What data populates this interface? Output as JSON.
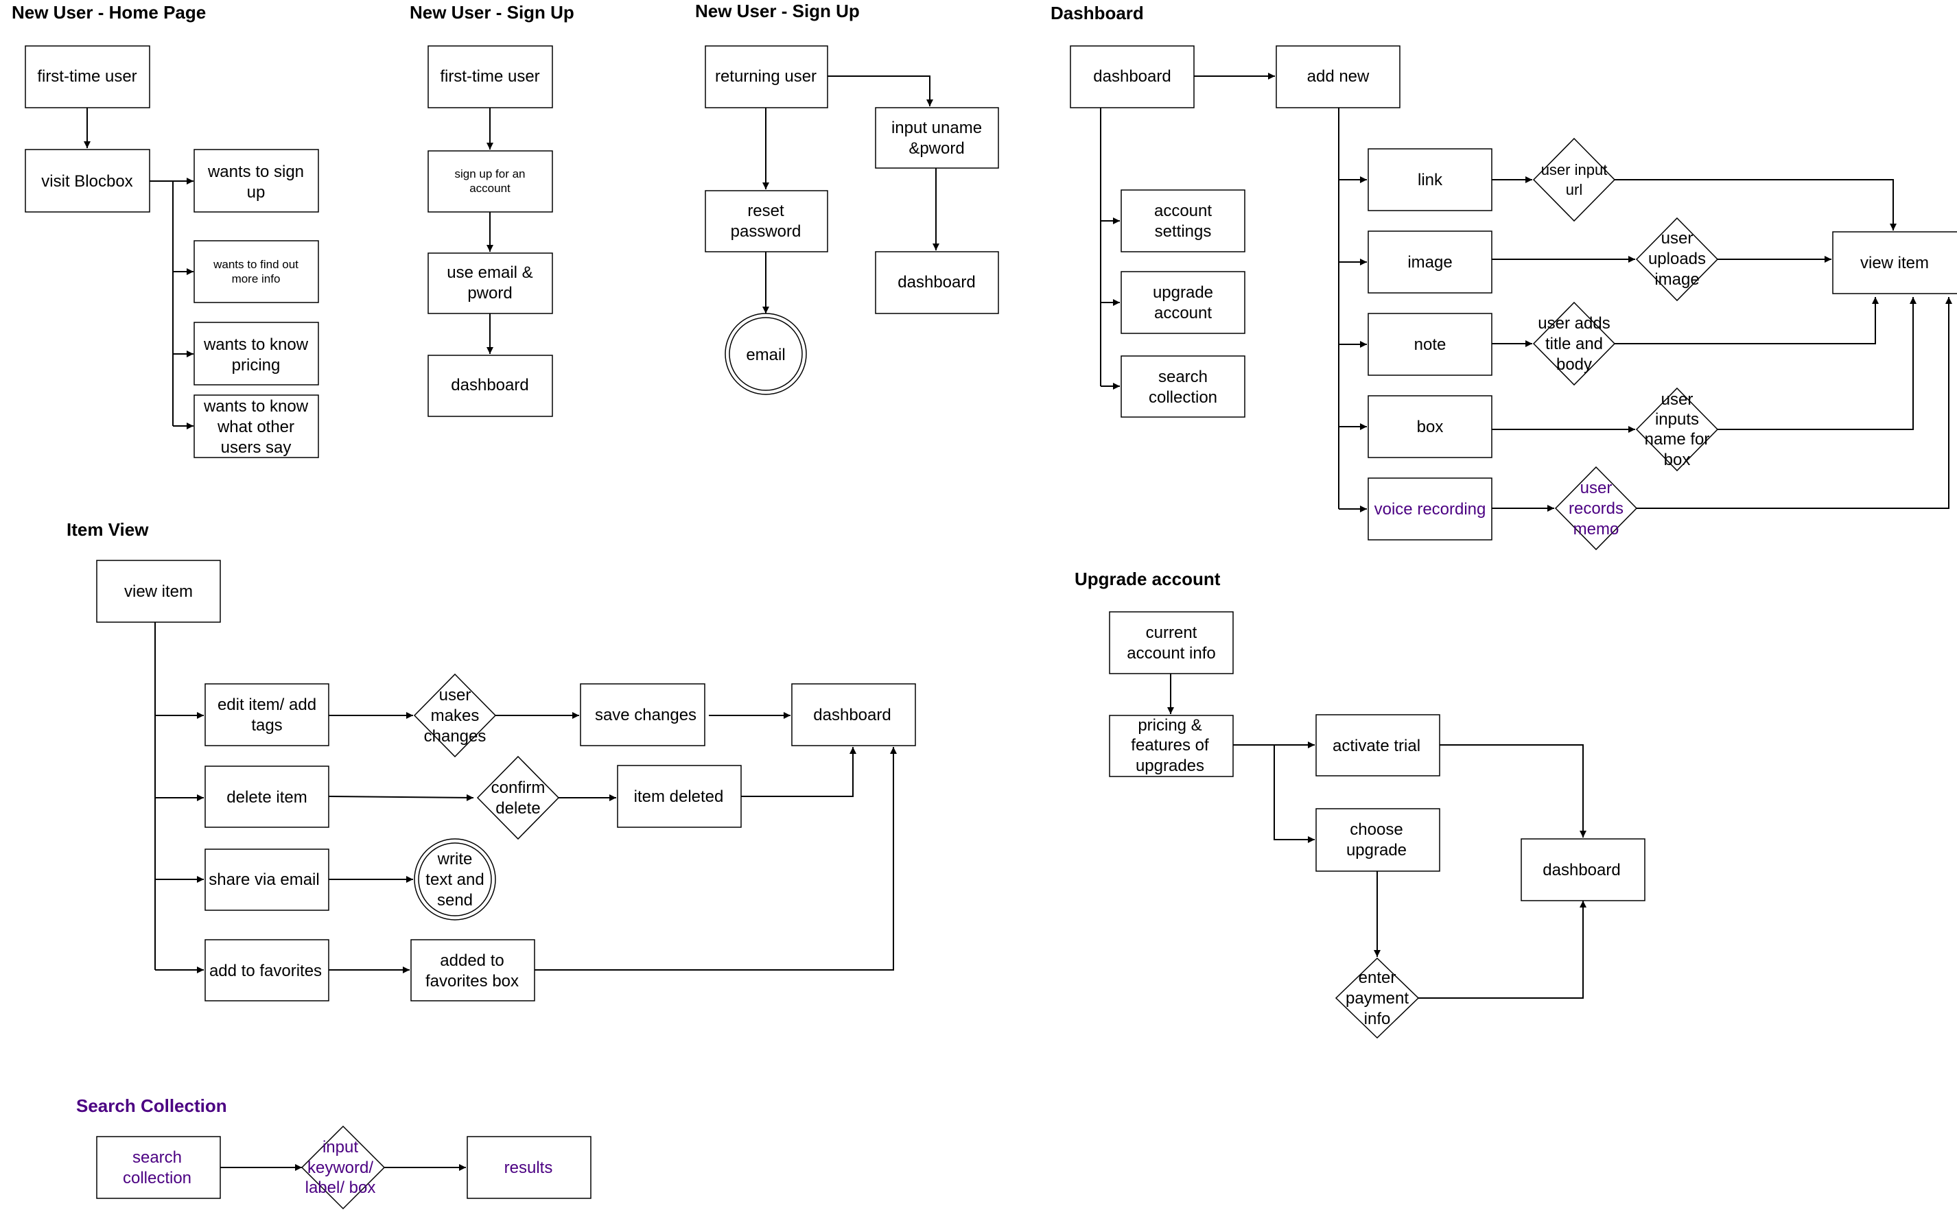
{
  "colors": {
    "ink": "#000000",
    "accent_purple": "#4B0082",
    "background": "#ffffff"
  },
  "sections": {
    "home": "New User - Home Page",
    "signup1": "New User - Sign Up",
    "signup2": "New User - Sign Up",
    "dashboard": "Dashboard",
    "item_view": "Item View",
    "upgrade": "Upgrade account",
    "search": "Search Collection"
  },
  "home": {
    "first_time_user": "first-time user",
    "visit": "visit Blocbox",
    "sign_up": [
      "wants to sign",
      "up"
    ],
    "find_out": [
      "wants to find out",
      "more info"
    ],
    "pricing": [
      "wants to know",
      "pricing"
    ],
    "others": [
      "wants to know",
      "what other",
      "users say"
    ]
  },
  "signup": {
    "first_time_user": "first-time user",
    "sign_up_account": [
      "sign up for an",
      "account"
    ],
    "use_email": [
      "use email &",
      "pword"
    ],
    "dashboard": "dashboard"
  },
  "returning": {
    "returning_user": "returning user",
    "input_uname": [
      "input uname",
      "&pword"
    ],
    "reset": [
      "reset",
      "password"
    ],
    "email": "email",
    "dashboard": "dashboard"
  },
  "dash": {
    "dashboard": "dashboard",
    "add_new": "add new",
    "account_settings": [
      "account",
      "settings"
    ],
    "upgrade_account": [
      "upgrade",
      "account"
    ],
    "search_collection": [
      "search",
      "collection"
    ],
    "link": "link",
    "image": "image",
    "note": "note",
    "box": "box",
    "voice": "voice recording",
    "user_input_url": [
      "user input",
      "url"
    ],
    "user_uploads": [
      "user",
      "uploads",
      "image"
    ],
    "user_adds": [
      "user adds",
      "title and",
      "body"
    ],
    "user_inputs_box": [
      "user",
      "inputs",
      "name for",
      "box"
    ],
    "user_records": [
      "user",
      "records",
      "memo"
    ],
    "view_item": "view item"
  },
  "item": {
    "view_item": "view item",
    "edit": [
      "edit item/ add",
      "tags"
    ],
    "user_makes": [
      "user",
      "makes",
      "changes"
    ],
    "save_changes": "save changes",
    "dashboard": "dashboard",
    "delete": "delete item",
    "confirm": [
      "confirm",
      "delete"
    ],
    "deleted": "item deleted",
    "share": "share via email",
    "write": [
      "write",
      "text and",
      "send"
    ],
    "favorites": "add to favorites",
    "added_fav": [
      "added to",
      "favorites box"
    ]
  },
  "upgrade": {
    "current": [
      "current",
      "account info"
    ],
    "pricing": [
      "pricing &",
      "features of",
      "upgrades"
    ],
    "trial": "activate trial",
    "choose": [
      "choose",
      "upgrade"
    ],
    "payment": [
      "enter",
      "payment",
      "info"
    ],
    "dashboard": "dashboard"
  },
  "search": {
    "search_collection": [
      "search",
      "collection"
    ],
    "input_keyword": [
      "input",
      "keyword/",
      "label/ box"
    ],
    "results": "results"
  }
}
